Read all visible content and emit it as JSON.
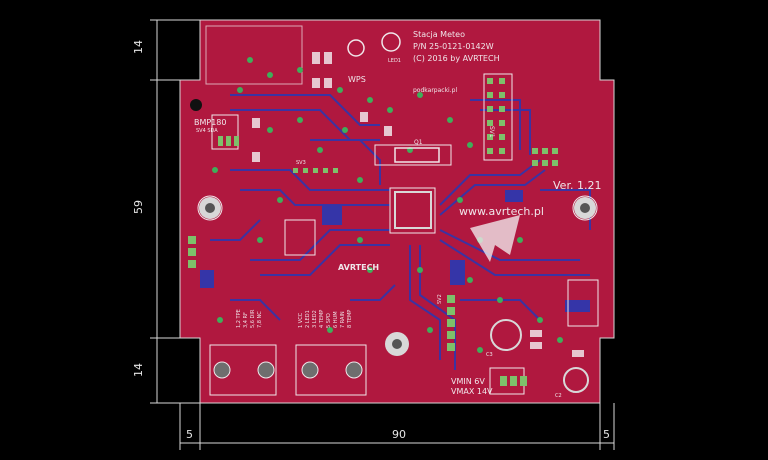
{
  "board": {
    "title_line1": "Stacja Meteo",
    "title_line2": "P/N 25-0121-0142W",
    "title_line3": "(C) 2016 by AVRTECH",
    "brand_site": "podkarpacki.pl",
    "version": "Ver. 1.21",
    "website": "www.avrtech.pl",
    "logo_text": "AVRTECH",
    "colors": {
      "background": "#000000",
      "board": "#b0183f",
      "copper_bottom": "#3535a8",
      "via": "#3fae5a",
      "silkscreen": "#f0e6ea",
      "dimension": "#d8d8d8"
    }
  },
  "dimensions": {
    "top_left_height": "14",
    "middle_height": "59",
    "bottom_height": "14",
    "left_width": "5",
    "main_width": "90",
    "right_width": "5"
  },
  "labels": {
    "sensor": "BMP180",
    "sensor_pins": "SV4 SDA",
    "wps": "WPS",
    "led": "LED1",
    "connector": "SV1",
    "sv2": "SV2",
    "sv3": "SV3",
    "q1": "Q1",
    "vmin": "VMIN 6V",
    "vmax": "VMAX 14V",
    "c2": "C2",
    "c3": "C3",
    "left_pins": [
      "1,2 TPE",
      "3,4 RF",
      "5,6 DIR",
      "7,8 NC"
    ],
    "right_pins": [
      "1 VCC",
      "2 LED1",
      "3 LED2",
      "4 TEMP",
      "5 SPD",
      "6 HUM",
      "7 RAIN",
      "8 TEMP"
    ]
  }
}
